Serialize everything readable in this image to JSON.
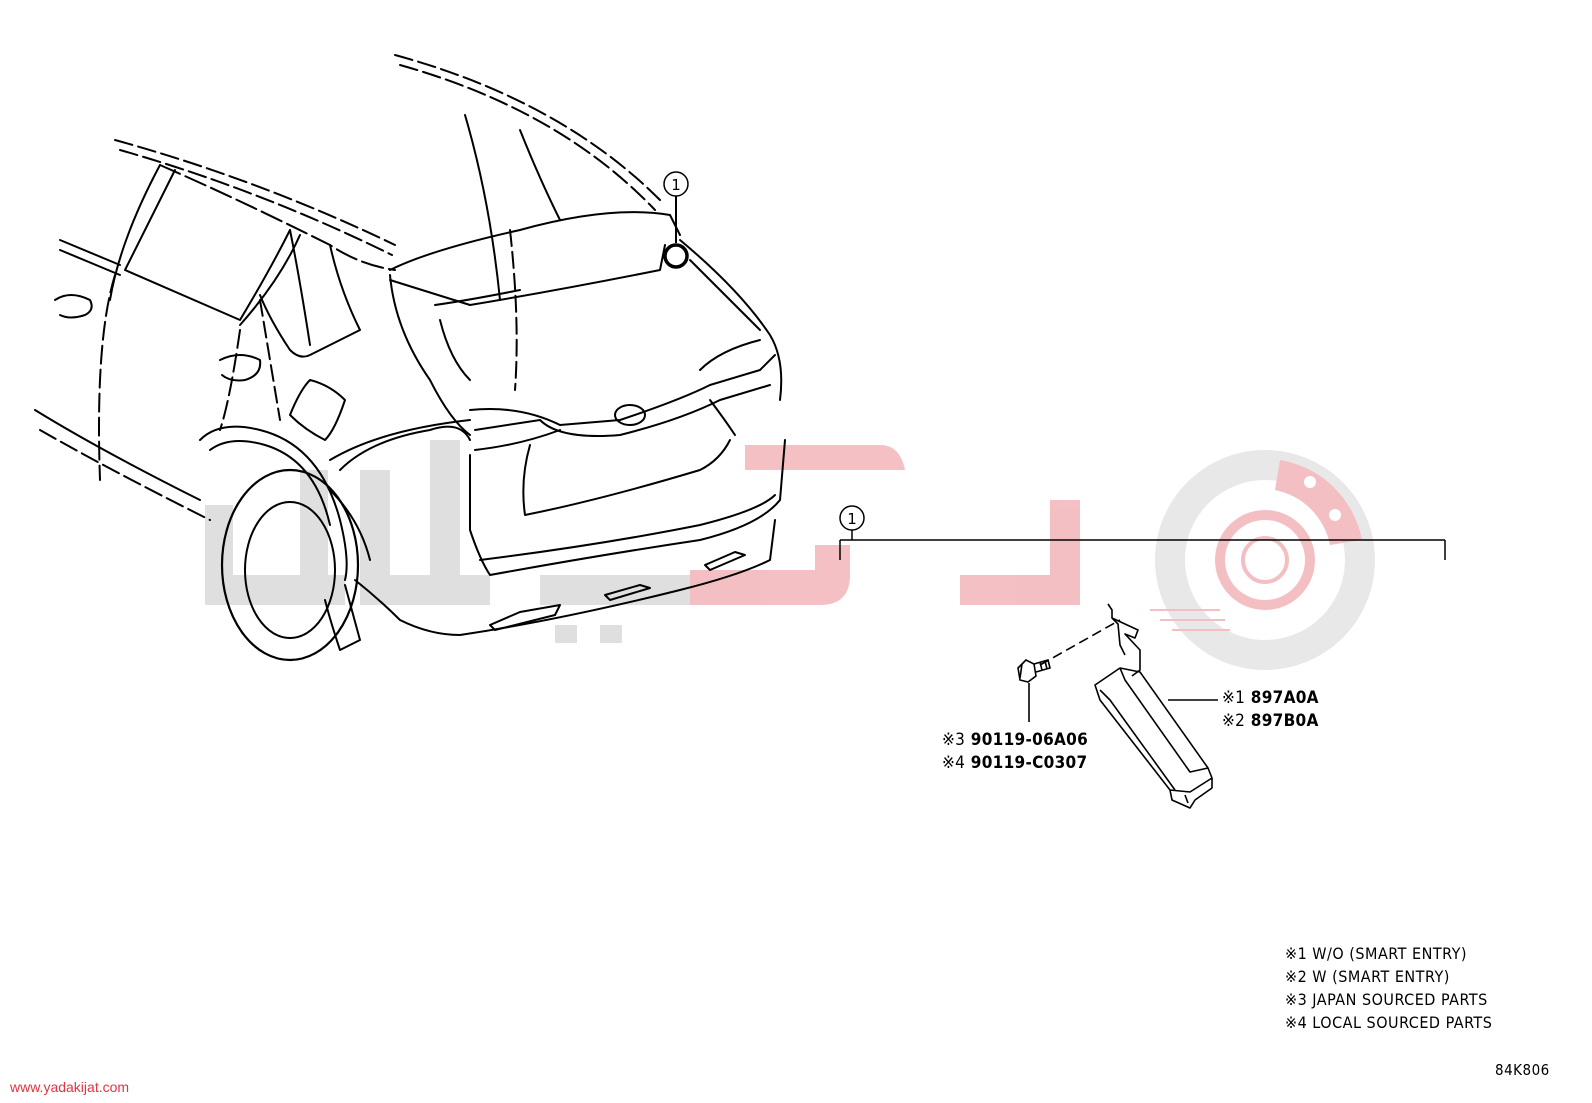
{
  "callouts": {
    "vehicle_ref": "1",
    "bracket_ref": "1"
  },
  "parts": [
    {
      "mark": "※1",
      "number": "897A0A"
    },
    {
      "mark": "※2",
      "number": "897B0A"
    },
    {
      "mark": "※3",
      "number": "90119-06A06"
    },
    {
      "mark": "※4",
      "number": "90119-C0307"
    }
  ],
  "legend": [
    {
      "mark": "※1",
      "text": "W/O (SMART ENTRY)"
    },
    {
      "mark": "※2",
      "text": "W (SMART ENTRY)"
    },
    {
      "mark": "※3",
      "text": "JAPAN SOURCED PARTS"
    },
    {
      "mark": "※4",
      "text": "LOCAL SOURCED PARTS"
    }
  ],
  "diagram_code": "84K806",
  "watermark": {
    "url": "www.yadakijat.com",
    "accent_color": "#e3343f",
    "gray_color": "#d9d9d9"
  }
}
